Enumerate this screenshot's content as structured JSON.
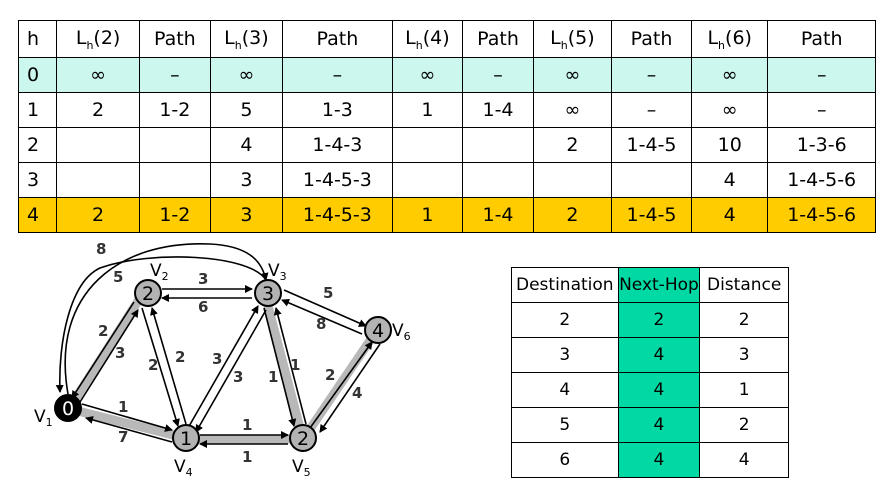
{
  "main_table": {
    "header": {
      "h": "h",
      "cols": [
        {
          "L": "L",
          "sub": "h",
          "arg": "(2)",
          "path": "Path"
        },
        {
          "L": "L",
          "sub": "h",
          "arg": "(3)",
          "path": "Path"
        },
        {
          "L": "L",
          "sub": "h",
          "arg": "(4)",
          "path": "Path"
        },
        {
          "L": "L",
          "sub": "h",
          "arg": "(5)",
          "path": "Path"
        },
        {
          "L": "L",
          "sub": "h",
          "arg": "(6)",
          "path": "Path"
        }
      ]
    },
    "rows": [
      {
        "h": "0",
        "cells": [
          "∞",
          "–",
          "∞",
          "–",
          "∞",
          "–",
          "∞",
          "–",
          "∞",
          "–"
        ]
      },
      {
        "h": "1",
        "cells": [
          "2",
          "1-2",
          "5",
          "1-3",
          "1",
          "1-4",
          "∞",
          "–",
          "∞",
          "–"
        ]
      },
      {
        "h": "2",
        "cells": [
          "",
          "",
          "4",
          "1-4-3",
          "",
          "",
          "2",
          "1-4-5",
          "10",
          "1-3-6"
        ]
      },
      {
        "h": "3",
        "cells": [
          "",
          "",
          "3",
          "1-4-5-3",
          "",
          "",
          "",
          "",
          "4",
          "1-4-5-6"
        ]
      },
      {
        "h": "4",
        "cells": [
          "2",
          "1-2",
          "3",
          "1-4-5-3",
          "1",
          "1-4",
          "2",
          "1-4-5",
          "4",
          "1-4-5-6"
        ]
      }
    ],
    "colors": {
      "row_h0": "#ccf7ee",
      "row_h4": "#ffcc00"
    }
  },
  "routing_table": {
    "headers": [
      "Destination",
      "Next-Hop",
      "Distance"
    ],
    "rows": [
      [
        "2",
        "2",
        "2"
      ],
      [
        "3",
        "4",
        "3"
      ],
      [
        "4",
        "4",
        "1"
      ],
      [
        "5",
        "4",
        "2"
      ],
      [
        "6",
        "4",
        "4"
      ]
    ],
    "colors": {
      "next_hop": "#00d9a3"
    }
  },
  "graph": {
    "nodes": [
      {
        "id": "v1",
        "label": "0",
        "name": "V",
        "sub": "1"
      },
      {
        "id": "v2",
        "label": "2",
        "name": "V",
        "sub": "2"
      },
      {
        "id": "v3",
        "label": "3",
        "name": "V",
        "sub": "3"
      },
      {
        "id": "v4",
        "label": "1",
        "name": "V",
        "sub": "4"
      },
      {
        "id": "v5",
        "label": "2",
        "name": "V",
        "sub": "5"
      },
      {
        "id": "v6",
        "label": "4",
        "name": "V",
        "sub": "6"
      }
    ],
    "weights": {
      "v1_v3_top": "8",
      "v3_v1_top": "5",
      "v2_v3": "3",
      "v3_v2": "6",
      "v1_v2": "2",
      "v2_v1": "3",
      "v2_v4": "2",
      "v4_v2": "2",
      "v3_v4": "3",
      "v4_v3": "3",
      "v3_v5": "1",
      "v5_v3": "1",
      "v3_v6": "5",
      "v6_v3": "8",
      "v5_v6": "2",
      "v6_v5": "4",
      "v1_v4": "1",
      "v4_v1": "7",
      "v4_v5": "1",
      "v5_v4": "1"
    }
  }
}
